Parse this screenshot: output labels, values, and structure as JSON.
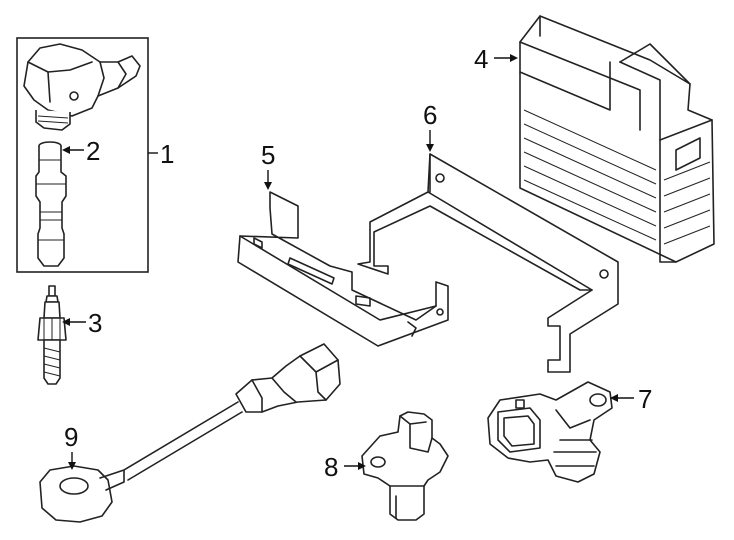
{
  "callouts": [
    {
      "id": "1",
      "text": "1"
    },
    {
      "id": "2",
      "text": "2"
    },
    {
      "id": "3",
      "text": "3"
    },
    {
      "id": "4",
      "text": "4"
    },
    {
      "id": "5",
      "text": "5"
    },
    {
      "id": "6",
      "text": "6"
    },
    {
      "id": "7",
      "text": "7"
    },
    {
      "id": "8",
      "text": "8"
    },
    {
      "id": "9",
      "text": "9"
    }
  ],
  "colors": {
    "line": "#222222",
    "background": "#ffffff"
  },
  "parts": [
    "ignition-coil-assembly",
    "coil-boot",
    "spark-plug",
    "engine-control-module",
    "module-bracket",
    "mounting-bracket",
    "camshaft-position-sensor",
    "crankshaft-position-sensor",
    "knock-sensor"
  ]
}
